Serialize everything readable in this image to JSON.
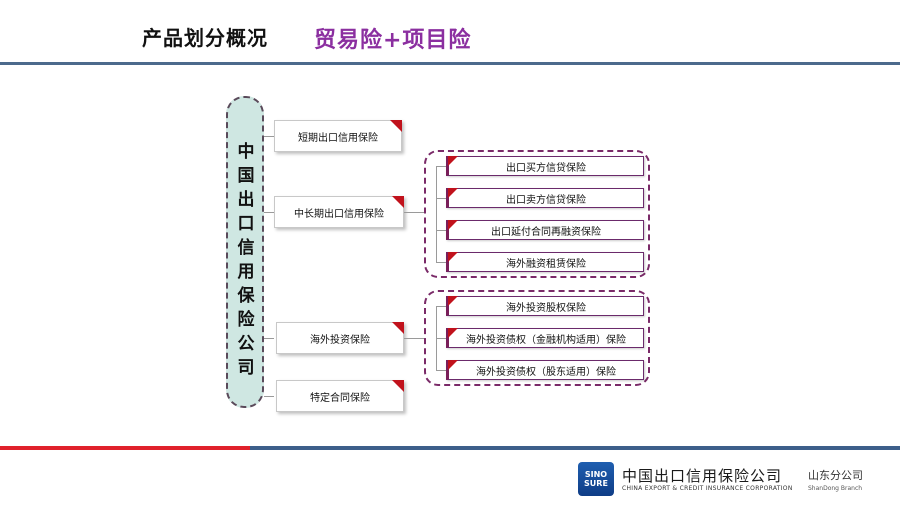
{
  "header": {
    "title": "产品划分概况",
    "subtitle": "贸易险+项目险"
  },
  "company": {
    "name": "中国出口信用保险公司"
  },
  "products": {
    "short_term": "短期出口信用保险",
    "medium_long_term": "中长期出口信用保险",
    "overseas_investment": "海外投资保险",
    "special_contract": "特定合同保险"
  },
  "medium_long_children": [
    "出口买方信贷保险",
    "出口卖方信贷保险",
    "出口延付合同再融资保险",
    "海外融资租赁保险"
  ],
  "overseas_children": [
    "海外投资股权保险",
    "海外投资债权（金融机构适用）保险",
    "海外投资债权（股东适用）保险"
  ],
  "footer": {
    "logo_line1": "SINO",
    "logo_line2": "SURE",
    "company_cn": "中国出口信用保险公司",
    "company_en": "CHINA EXPORT & CREDIT INSURANCE CORPORATION",
    "branch_cn": "山东分公司",
    "branch_en": "ShanDong Branch"
  },
  "colors": {
    "accent_purple": "#8b2fa0",
    "accent_red": "#e0212b",
    "accent_blue": "#3d5f8a"
  }
}
